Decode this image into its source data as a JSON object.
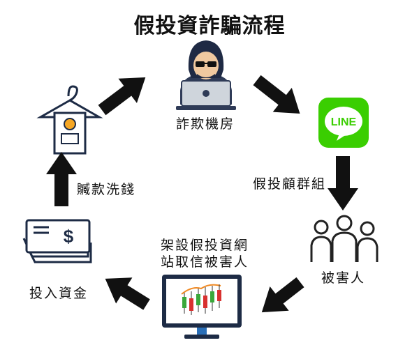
{
  "title": "假投資詐騙流程",
  "labels": {
    "fraud_room": "詐欺機房",
    "group": "假投顧群組",
    "victims": "被害人",
    "site_line1": "架設假投資網",
    "site_line2": "站取信被害人",
    "invest": "投入資金",
    "launder": "贓款洗錢"
  },
  "line_logo_text": "LINE",
  "icons": [
    "hacker-icon",
    "line-app-icon",
    "victims-group-icon",
    "stock-monitor-icon",
    "cash-stack-icon",
    "hanger-laundry-icon"
  ],
  "colors": {
    "line_green": "#3ACE01",
    "arrow": "#111111",
    "monitor_blue": "#2a6fb8"
  }
}
